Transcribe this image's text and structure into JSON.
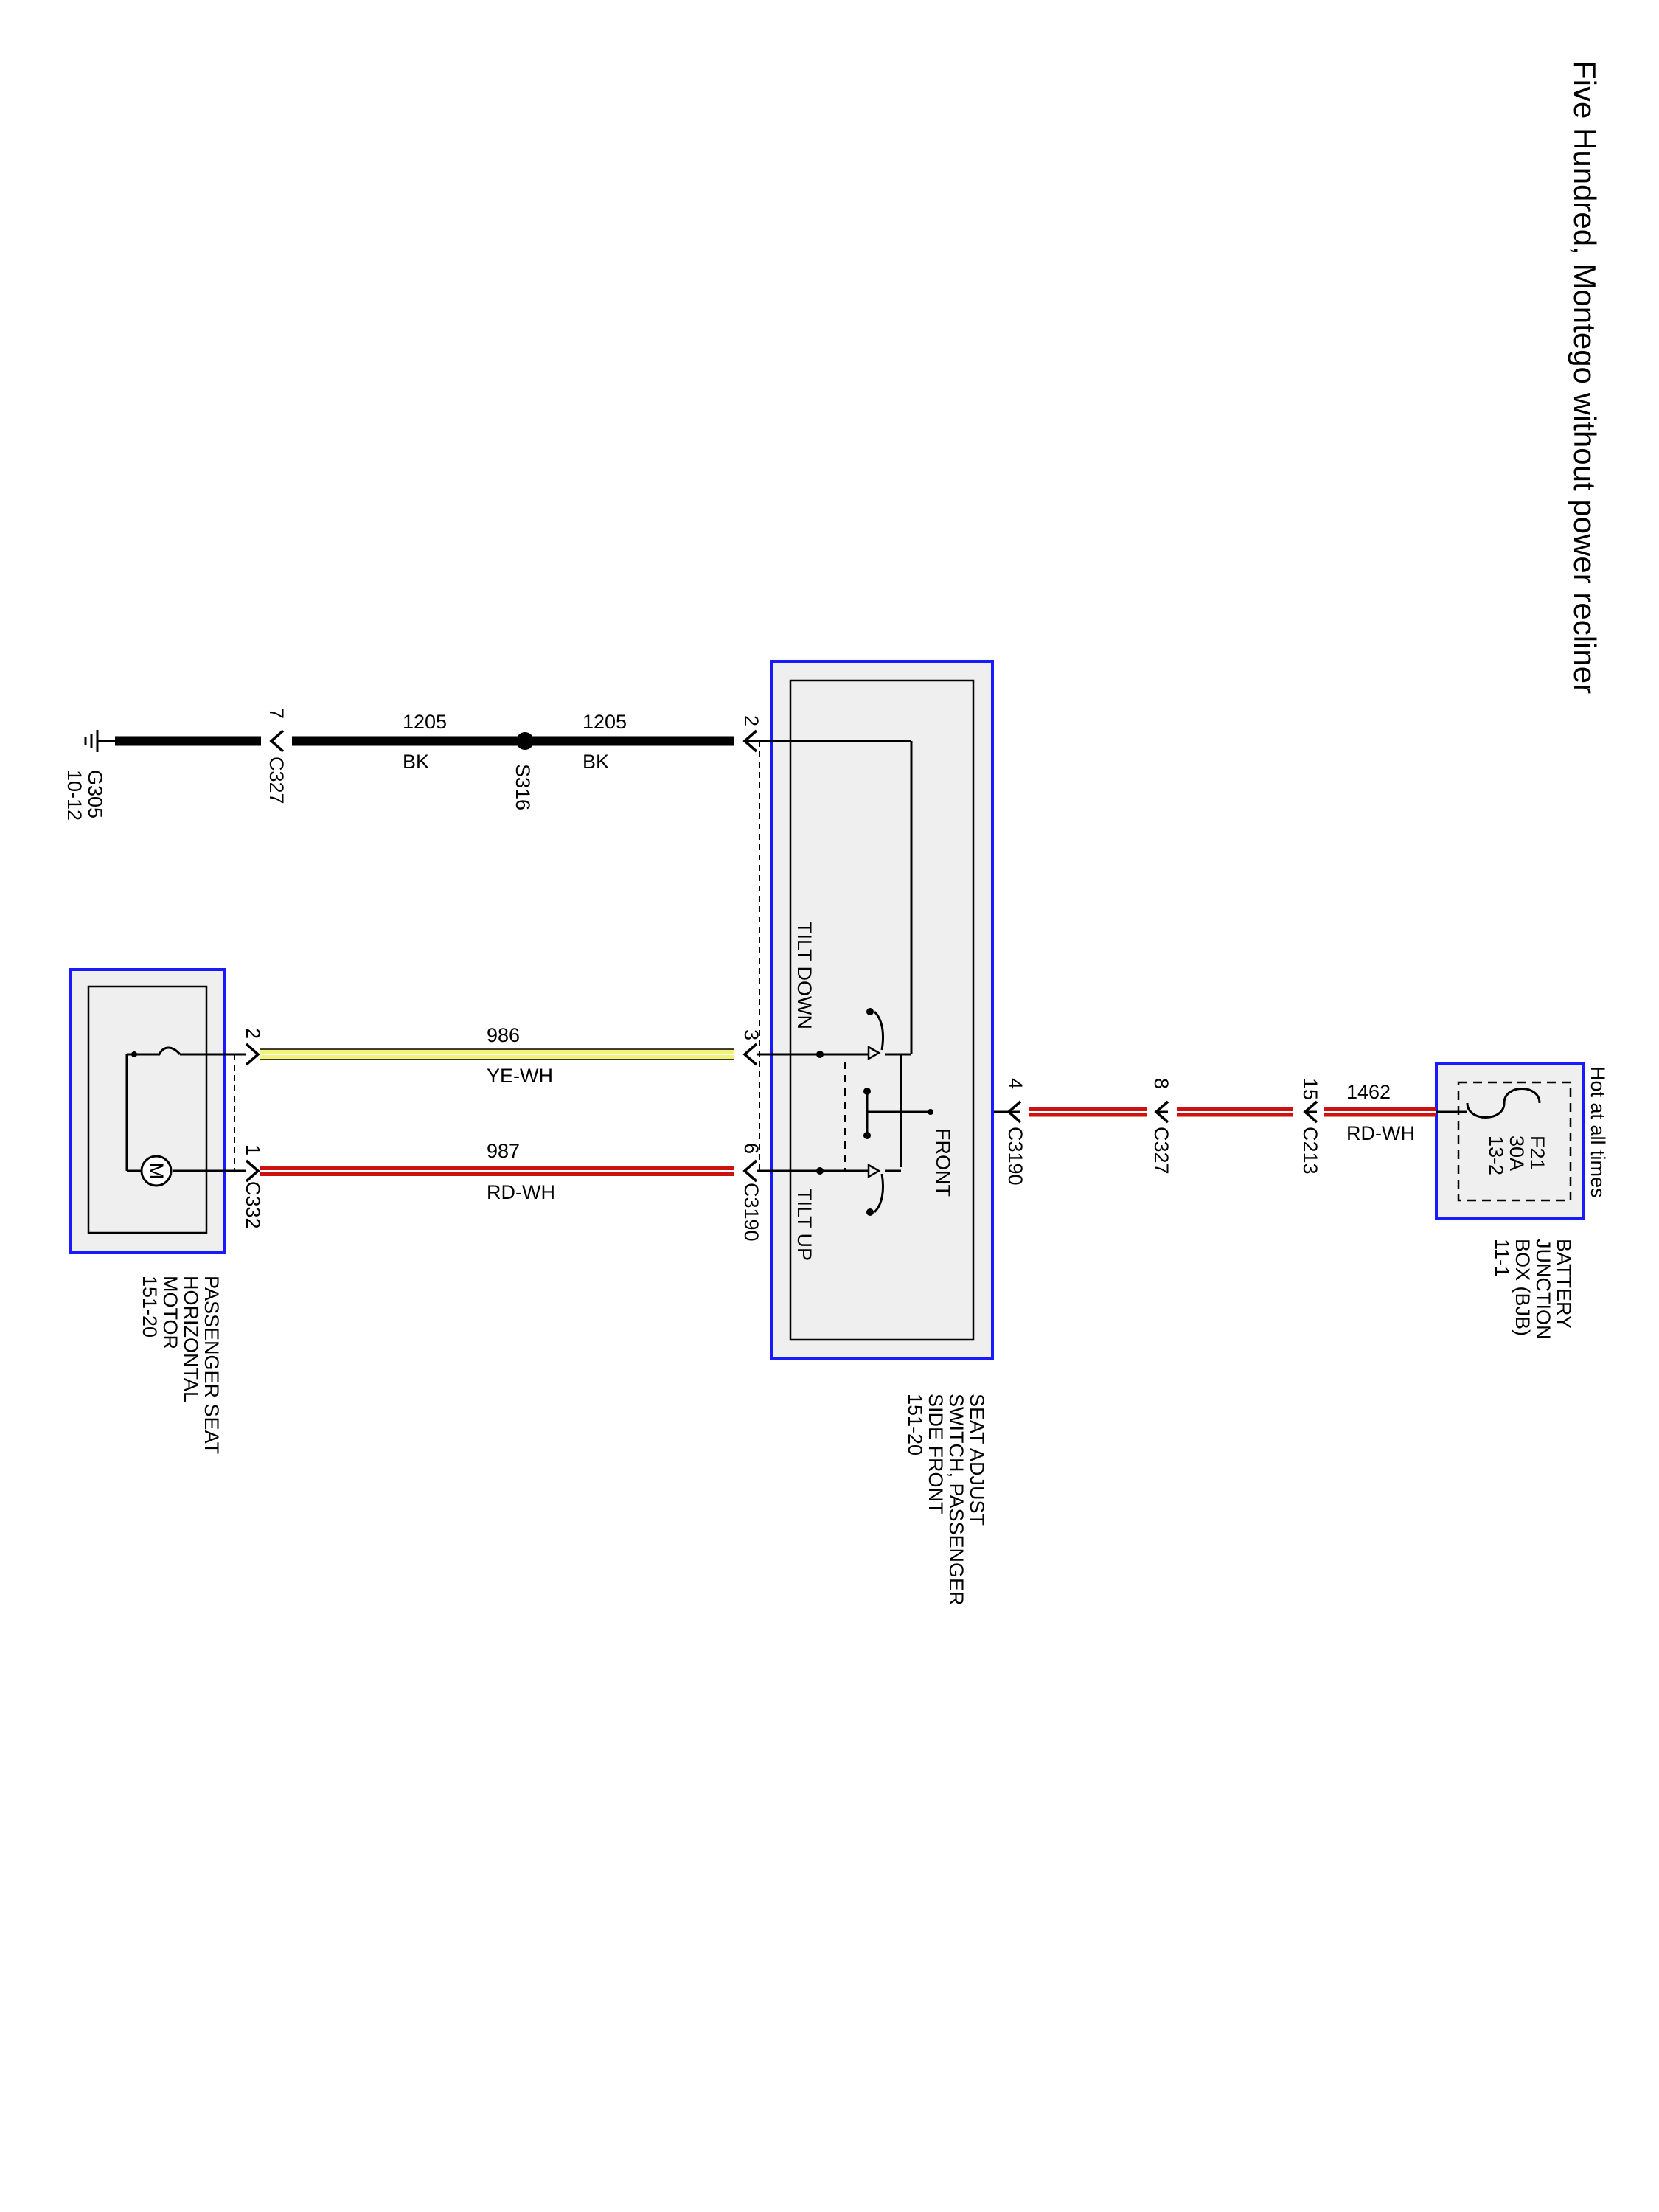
{
  "title": "Five Hundred, Montego without power recliner",
  "colors": {
    "component_border": "#1a1aff",
    "component_fill": "#efefef",
    "wire_black": "#000000",
    "wire_red": "#cc1111",
    "wire_yellow": "#f2f27a",
    "stripe_white": "#ffffff"
  },
  "bjb": {
    "hot_label": "Hot at all times",
    "fuse_id": "F21",
    "fuse_rating": "30A",
    "fuse_page": "13-2",
    "name_line1": "BATTERY",
    "name_line2": "JUNCTION",
    "name_line3": "BOX (BJB)",
    "name_line4": "11-1"
  },
  "wire_1462": {
    "circuit": "1462",
    "color_code": "RD-WH"
  },
  "c213": {
    "name": "C213",
    "pin": "15"
  },
  "c327_power": {
    "name": "C327",
    "pin": "8"
  },
  "c3190_power": {
    "name": "C3190",
    "pin": "4"
  },
  "switch": {
    "front_label": "FRONT",
    "tilt_down_label": "TILT DOWN",
    "tilt_up_label": "TILT UP",
    "name_line1": "SEAT ADJUST",
    "name_line2": "SWITCH, PASSENGER",
    "name_line3": "SIDE FRONT",
    "name_line4": "151-20",
    "pin_ground": "2",
    "pin_986": "3",
    "pin_987": "6",
    "conn_987": "C3190"
  },
  "wire_986": {
    "circuit": "986",
    "color_code": "YE-WH"
  },
  "wire_987": {
    "circuit": "987",
    "color_code": "RD-WH"
  },
  "wire_1205_a": {
    "circuit": "1205",
    "color_code": "BK"
  },
  "wire_1205_b": {
    "circuit": "1205",
    "color_code": "BK"
  },
  "s316": {
    "name": "S316"
  },
  "c327_ground": {
    "name": "C327",
    "pin": "7"
  },
  "g305": {
    "name": "G305",
    "page": "10-12"
  },
  "motor": {
    "symbol": "M",
    "name_line1": "PASSENGER SEAT",
    "name_line2": "HORIZONTAL",
    "name_line3": "MOTOR",
    "name_line4": "151-20",
    "pin_986": "2",
    "pin_987": "1",
    "conn": "C332"
  }
}
